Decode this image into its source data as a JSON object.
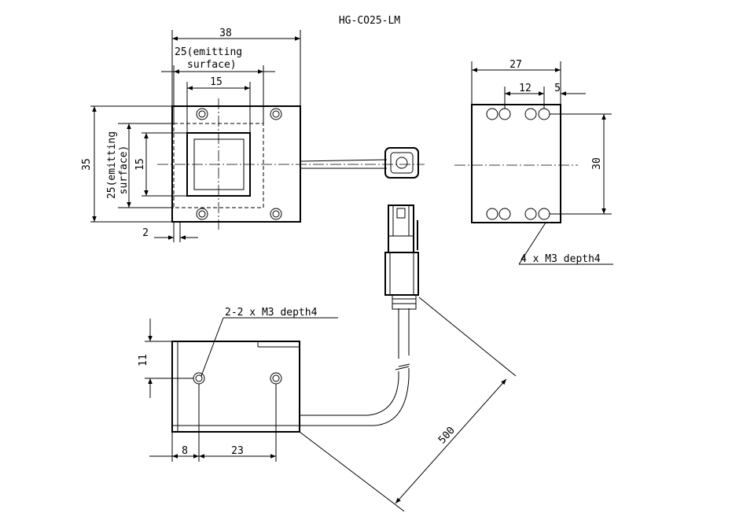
{
  "title": "HG-CO25-LM",
  "front_view": {
    "width_total": "38",
    "emitting_width_line1": "25(emitting",
    "emitting_width_line2": "surface)",
    "inner_width": "15",
    "height_total": "35",
    "emitting_height_line1": "25(emitting",
    "emitting_height_line2": "surface)",
    "inner_height": "15",
    "edge_offset": "2"
  },
  "side_view": {
    "width_total": "27",
    "hole_spacing": "12",
    "hole_edge_offset": "5",
    "hole_vertical_spacing": "30",
    "hole_callout": "4 x M3 depth4"
  },
  "bottom_view": {
    "hole_callout": "2-2 x  M3 depth4",
    "hole_top_offset": "11",
    "hole_left_offset": "8",
    "hole_spacing": "23",
    "cable_length": "500"
  },
  "colors": {
    "line": "#000000",
    "background": "#ffffff"
  }
}
